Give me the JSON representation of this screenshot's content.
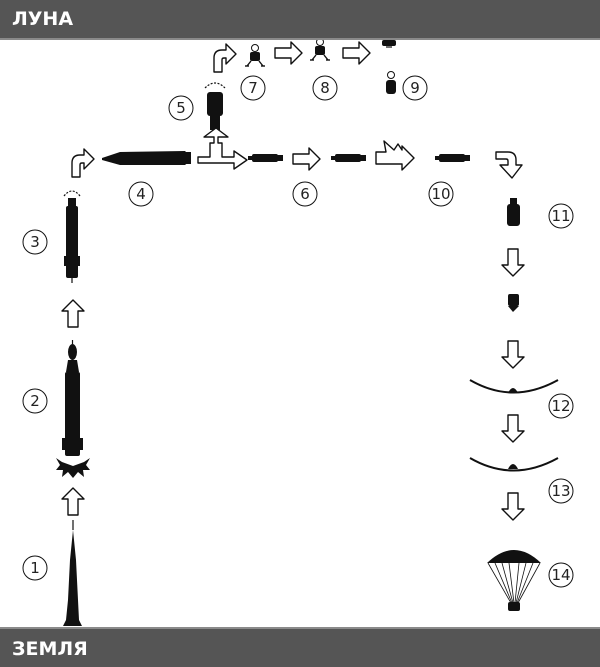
{
  "header": {
    "title": "ЛУНА"
  },
  "footer": {
    "title": "ЗЕМЛЯ"
  },
  "steps": [
    "1",
    "2",
    "3",
    "4",
    "5",
    "6",
    "7",
    "8",
    "9",
    "10",
    "11",
    "12",
    "13",
    "14"
  ],
  "colors": {
    "banner": "#555555",
    "ink": "#111111",
    "arrow_fill": "#ffffff"
  }
}
